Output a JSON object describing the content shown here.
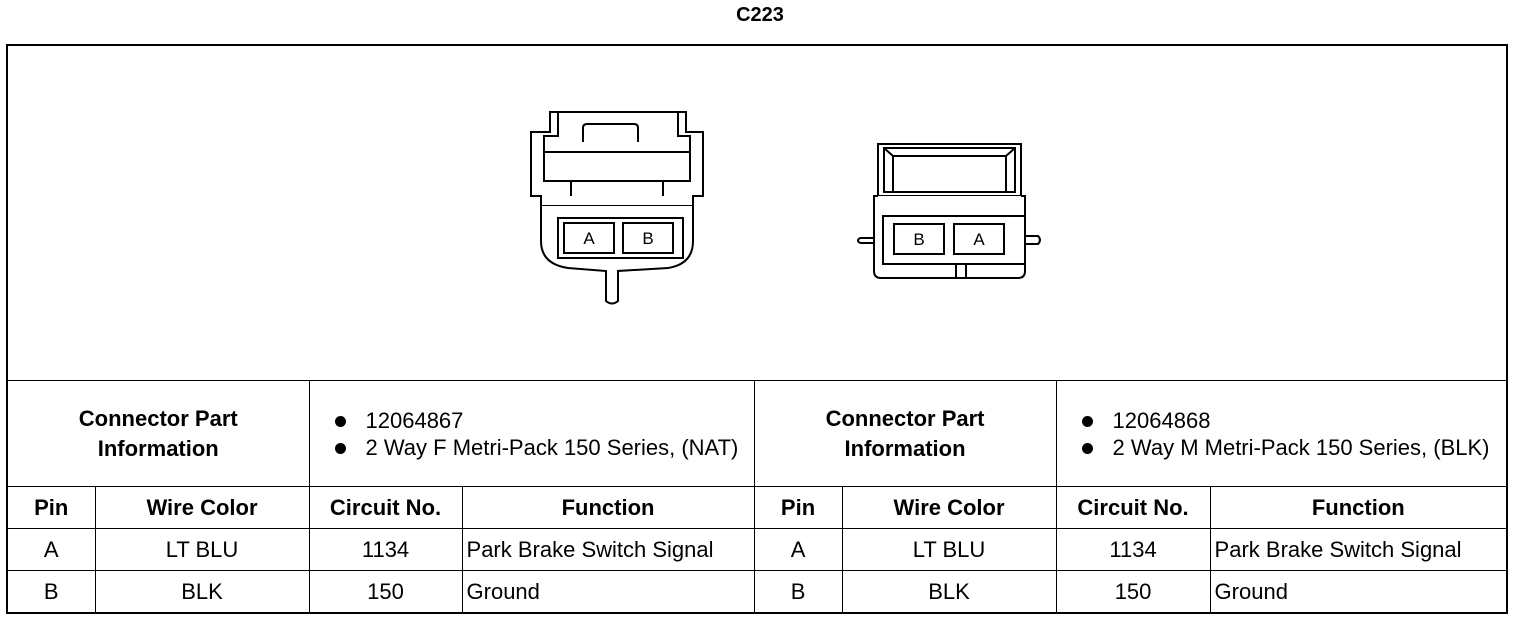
{
  "title": "C223",
  "connectors": [
    {
      "pins_label": [
        "A",
        "B"
      ],
      "info_label_line1": "Connector Part",
      "info_label_line2": "Information",
      "info_items": [
        "12064867",
        "2 Way F Metri-Pack 150 Series, (NAT)"
      ],
      "columns": [
        "Pin",
        "Wire Color",
        "Circuit No.",
        "Function"
      ],
      "rows": [
        {
          "pin": "A",
          "wire_color": "LT BLU",
          "circuit": "1134",
          "function": "Park Brake Switch Signal"
        },
        {
          "pin": "B",
          "wire_color": "BLK",
          "circuit": "150",
          "function": "Ground"
        }
      ]
    },
    {
      "pins_label": [
        "B",
        "A"
      ],
      "info_label_line1": "Connector Part",
      "info_label_line2": "Information",
      "info_items": [
        "12064868",
        "2 Way M Metri-Pack 150 Series, (BLK)"
      ],
      "columns": [
        "Pin",
        "Wire Color",
        "Circuit No.",
        "Function"
      ],
      "rows": [
        {
          "pin": "A",
          "wire_color": "LT BLU",
          "circuit": "1134",
          "function": "Park Brake Switch Signal"
        },
        {
          "pin": "B",
          "wire_color": "BLK",
          "circuit": "150",
          "function": "Ground"
        }
      ]
    }
  ]
}
